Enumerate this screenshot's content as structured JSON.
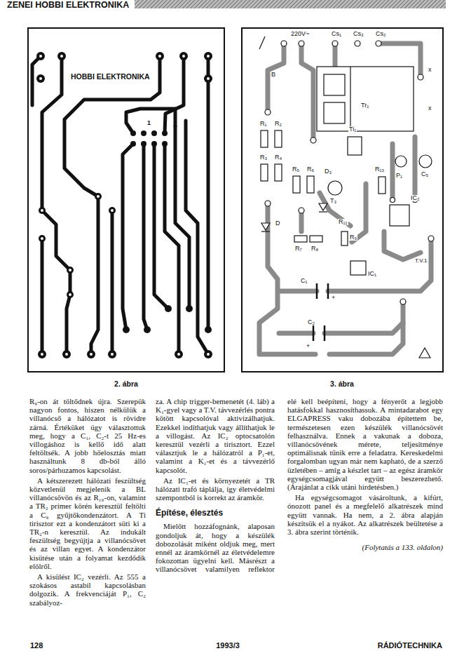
{
  "diagram": {
    "title": "ZENEI HOBBI ELEKTRONIKA",
    "labels": [
      "HOBBI ELEKTRONIKA",
      "1",
      "220V~",
      "Cs₁",
      "Cs₃",
      "Cs₂",
      "B",
      "Tr₁",
      "R₁",
      "R₂",
      "R₃",
      "R₄",
      "R₅",
      "R₆",
      "D₃",
      "Ti₁",
      "R₁₃",
      "P₁",
      "C₅",
      "T₃",
      "R₁₁",
      "IC₂",
      "D",
      "R₇",
      "R₈",
      "R₉",
      "IC₁",
      "T.V.1",
      "C₁",
      "+",
      "C₂",
      "+",
      "x",
      "x",
      "2. ábra",
      "3. ábra",
      "R₉-on át töltődnek újra. Szerepük nagyon fontos, hiszen nélkülük a villanócső a hálózatot is rövidre zárná. Értéküket úgy választottuk meg, hogy a C₁, C₂-t 25 Hz-es villogáshoz is kellő idő alatt feltöltsék. A jobb hőelosztás miatt használtunk 8 db-ból álló soros/párhuzamos kapcsolást.",
      "A kétszerezett hálózati feszültség közvetlenül megjelenik a BL villanócsövön és az R₁₆-on, valamint a TR₂ primer körén keresztül feltölti a C₆ gyűjtőkondenzátort. A Ti tirisztor ezt a kondenzátort süti ki a TR₂-n keresztül. Az indukált feszültség begyújtja a villanócsövet és az villan egyet. A kondenzátor kisütése után a folyamat kezdődik elölről.",
      "A kisülést IC₂ vezérli. Az 555 a szokásos astabil kapcsolásban dolgozik. A frekvenciáját P₁, C₂ szabályoz-",
      "za. A chip trigger-bemenetét (4. láb) a K₁-gyel vagy a T.V. távvezérlés pontra kötött kapcsolóval aktivizálhatjuk. Ezekkel indíthatjuk vagy állíthatjuk le a villogást. Az IC₂ optocsatolón keresztül vezérli a tirisztort. Ezzel választjuk le a hálózatról a P₁-et, valamint a K₁-et és a távvezérlő kapcsolót.",
      "Az IC₁-et és környezetét a TR hálózati trafó táplálja, így életvédelmi szempontból is korrekt az áramkör.",
      "Építése, élesztés",
      "Mielőtt hozzáfognánk, alaposan gondoljuk át, hogy a készülék dobozolását miként oldjuk meg, mert ennél az áramkörnél az életvédelemre fokozottan ügyelni kell. Másrészt a villanócsövet valamilyen reflektor",
      "elé kell beépíteni, hogy a fényerőt a legjobb hatásfokkal hasznosíthassuk. A mintadarabot egy ELGAPRESS vaku dobozába építettem be, természetesen ezen készülék villanócsövét felhasználva. Ennek a vakunak a doboza, villanócsövének mérete, teljesítménye optimálisnak tűnik erre a feladatra. Kereskedelmi forgalomban ugyan már nem kapható, de a szerző üzletében – amíg a készlet tart – az egész áramkör egységcsomagjával együtt beszerezhető. (Árajánlat a cikk utáni hirdetésben.)",
      "Ha egységcsomagot vásároltunk, a kifúrt, ónozott panel és a megfelelő alkatrészek mind együtt vannak. Ha nem, a 2. ábra alapján készítsük el a nyákot. Az alkatrészek beültetése a 3. ábra szerint történik.",
      "(Folytatás a 133. oldalon)",
      "128",
      "1993/3",
      "RÁDIÓTECHNIKA"
    ]
  }
}
